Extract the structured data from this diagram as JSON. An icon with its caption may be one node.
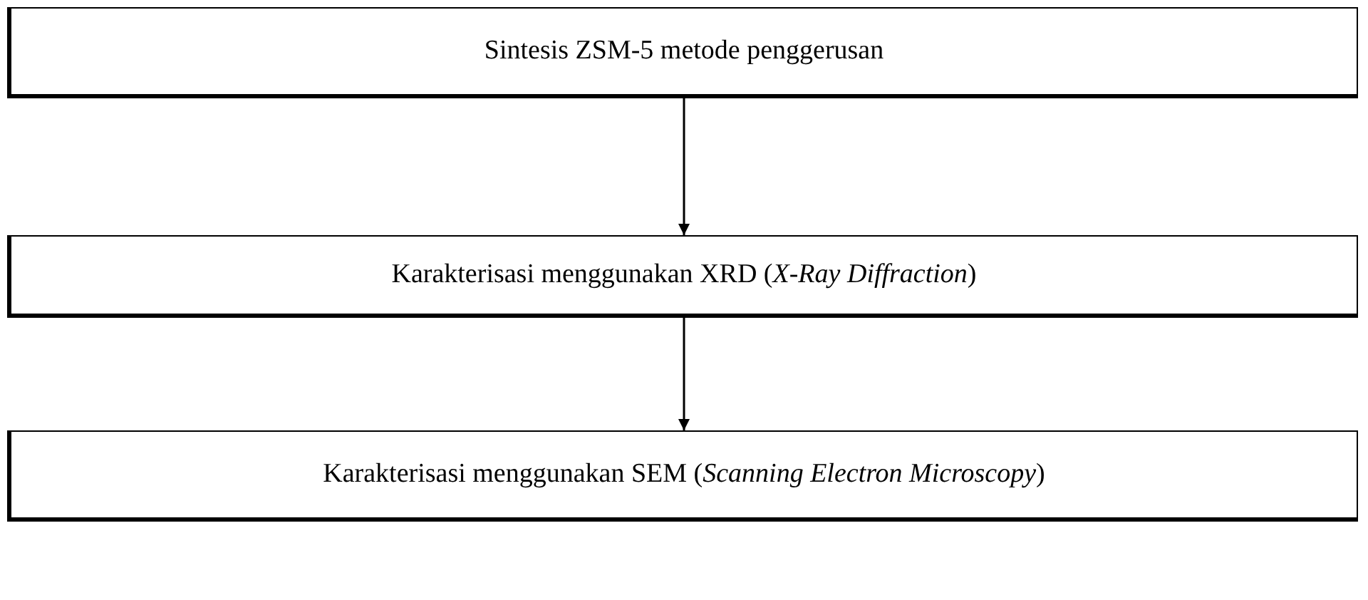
{
  "diagram": {
    "nodes": [
      {
        "text": [
          "Sintesis ZSM-5 metode penggerusan"
        ]
      },
      {
        "text": [
          "Karakterisasi menggunakan XRD (*X-Ray Diffraction*)"
        ]
      },
      {
        "text": [
          "Karakterisasi menggunakan SEM (*Scanning Electron Microscopy*)"
        ]
      }
    ],
    "edges": [
      {
        "from": 0,
        "to": 1,
        "arrow": "to"
      },
      {
        "from": 1,
        "to": 2,
        "arrow": "to"
      }
    ]
  }
}
